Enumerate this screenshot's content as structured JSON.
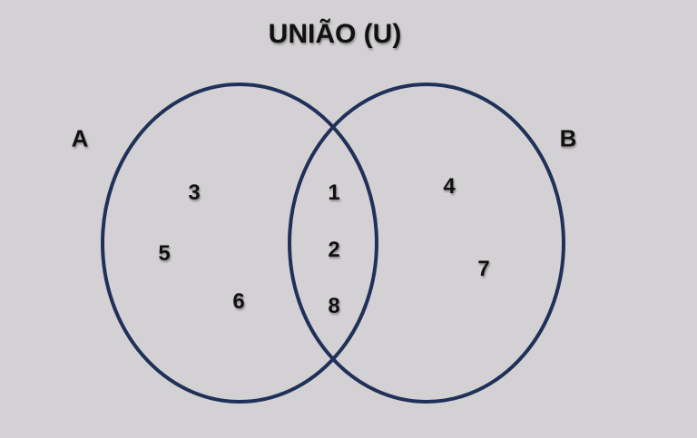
{
  "title": "UNIÃO (U)",
  "sets": [
    {
      "label": "A",
      "color": "#1f3158",
      "elements": [
        "3",
        "5",
        "6"
      ]
    },
    {
      "label": "B",
      "color": "#1f3158",
      "elements": [
        "4",
        "7"
      ]
    }
  ],
  "intersection": [
    "1",
    "2",
    "8"
  ],
  "background": "#d4d1d4",
  "chart_data": {
    "type": "venn",
    "title": "UNIÃO (U)",
    "sets": {
      "A": [
        "1",
        "2",
        "3",
        "5",
        "6",
        "8"
      ],
      "B": [
        "1",
        "2",
        "4",
        "7",
        "8"
      ]
    },
    "only_A": [
      "3",
      "5",
      "6"
    ],
    "only_B": [
      "4",
      "7"
    ],
    "A_and_B": [
      "1",
      "2",
      "8"
    ],
    "A_union_B": [
      "1",
      "2",
      "3",
      "4",
      "5",
      "6",
      "7",
      "8"
    ]
  }
}
